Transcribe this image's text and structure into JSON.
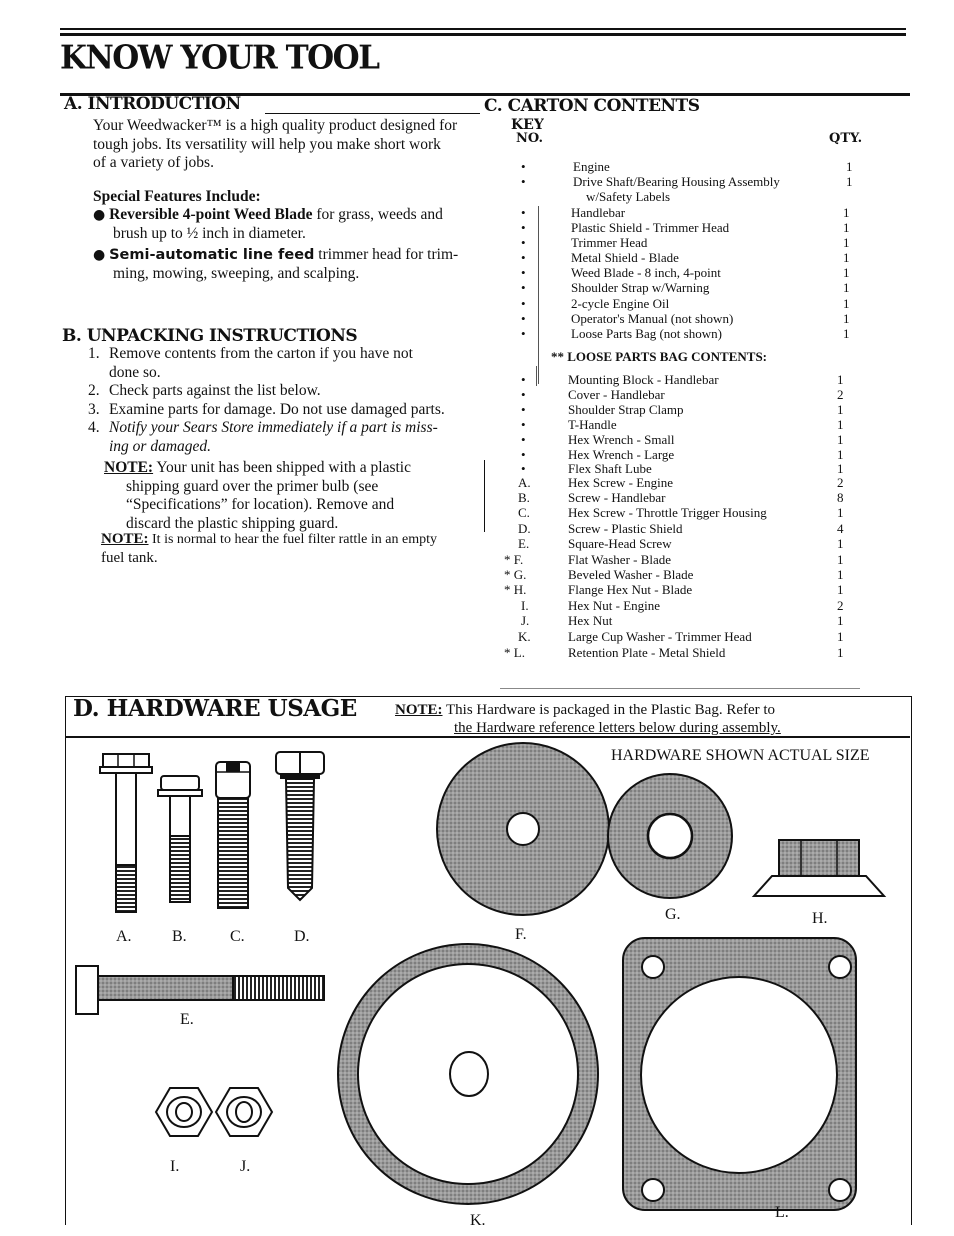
{
  "page": {
    "title": "KNOW YOUR TOOL"
  },
  "intro": {
    "heading": "A. INTRODUCTION",
    "lines": [
      "Your Weedwacker™ is a high quality product designed for",
      "tough jobs. Its versatility will help you make short work",
      "of a variety of jobs."
    ],
    "features_heading": "Special Features Include:",
    "features": [
      {
        "bold": "Reversible 4-point Weed Blade",
        "rest": " for grass, weeds and",
        "line2": "brush up to ½ inch in diameter."
      },
      {
        "bold": "Semi-automatic line feed",
        "rest": " trimmer head for trim-",
        "line2": "ming, mowing, sweeping, and scalping."
      }
    ]
  },
  "unpacking": {
    "heading": "B. UNPACKING INSTRUCTIONS",
    "steps": [
      {
        "num": "1.",
        "lines": [
          "Remove contents from the carton if you have not",
          "done so."
        ]
      },
      {
        "num": "2.",
        "lines": [
          "Check parts against the list below."
        ]
      },
      {
        "num": "3.",
        "lines": [
          "Examine parts for damage. Do not use damaged parts."
        ]
      },
      {
        "num": "4.",
        "lines": [
          "Notify your Sears Store immediately if a part is miss-",
          "ing or damaged."
        ]
      }
    ],
    "note1_label": "NOTE:",
    "note1_lines": [
      " Your unit has been shipped with a plastic",
      "shipping guard over the primer bulb (see",
      "“Specifications” for location).  Remove and",
      "discard the plastic shipping guard."
    ],
    "note2_label": "NOTE:",
    "note2_lines": [
      " It is normal to hear the fuel filter rattle in an empty",
      "fuel tank."
    ]
  },
  "carton": {
    "heading": "C. CARTON CONTENTS",
    "key_label": "KEY",
    "no_label": "NO.",
    "qty_label": "QTY.",
    "items": [
      {
        "key": "•",
        "name": "Engine",
        "qty": "1"
      },
      {
        "key": "•",
        "name": "Drive Shaft/Bearing Housing Assembly",
        "qty": "1"
      },
      {
        "key": "",
        "name": "w/Safety Labels",
        "qty": "",
        "indent": true
      },
      {
        "key": "•",
        "name": "Handlebar",
        "qty": "1"
      },
      {
        "key": "•",
        "name": "Plastic Shield - Trimmer Head",
        "qty": "1"
      },
      {
        "key": "•",
        "name": "Trimmer Head",
        "qty": "1"
      },
      {
        "key": "•",
        "name": "Metal Shield - Blade",
        "qty": "1"
      },
      {
        "key": "•",
        "name": "Weed Blade - 8 inch, 4-point",
        "qty": "1"
      },
      {
        "key": "•",
        "name": "Shoulder Strap w/Warning",
        "qty": "1"
      },
      {
        "key": "•",
        "name": "2-cycle Engine Oil",
        "qty": "1"
      },
      {
        "key": "•",
        "name": "Operator's Manual (not shown)",
        "qty": "1"
      },
      {
        "key": "•",
        "name": "Loose Parts Bag (not shown)",
        "qty": "1"
      }
    ],
    "loose_heading": "** LOOSE PARTS BAG CONTENTS:",
    "loose_items": [
      {
        "key": "•",
        "name": "Mounting Block - Handlebar",
        "qty": "1"
      },
      {
        "key": "•",
        "name": "Cover - Handlebar",
        "qty": "2"
      },
      {
        "key": "•",
        "name": "Shoulder Strap Clamp",
        "qty": "1"
      },
      {
        "key": "•",
        "name": "T-Handle",
        "qty": "1"
      },
      {
        "key": "•",
        "name": "Hex Wrench - Small",
        "qty": "1"
      },
      {
        "key": "•",
        "name": "Hex Wrench - Large",
        "qty": "1"
      },
      {
        "key": "•",
        "name": "Flex Shaft Lube",
        "qty": "1"
      },
      {
        "key": "A.",
        "name": "Hex Screw - Engine",
        "qty": "2"
      },
      {
        "key": "B.",
        "name": "Screw - Handlebar",
        "qty": "8"
      },
      {
        "key": "C.",
        "name": "Hex Screw - Throttle Trigger Housing",
        "qty": "1"
      },
      {
        "key": "D.",
        "name": "Screw - Plastic Shield",
        "qty": "4"
      },
      {
        "key": "E.",
        "name": "Square-Head Screw",
        "qty": "1"
      },
      {
        "key": "* F.",
        "name": "Flat Washer - Blade",
        "qty": "1"
      },
      {
        "key": "* G.",
        "name": "Beveled Washer - Blade",
        "qty": "1"
      },
      {
        "key": "* H.",
        "name": "Flange Hex Nut - Blade",
        "qty": "1"
      },
      {
        "key": "I.",
        "name": "Hex Nut - Engine",
        "qty": "2"
      },
      {
        "key": "J.",
        "name": "Hex Nut",
        "qty": "1"
      },
      {
        "key": "K.",
        "name": "Large Cup Washer - Trimmer Head",
        "qty": "1"
      },
      {
        "key": "* L.",
        "name": "Retention Plate - Metal Shield",
        "qty": "1"
      }
    ]
  },
  "hardware": {
    "heading": "D. HARDWARE USAGE",
    "note_label": "NOTE:",
    "note_line1": " This Hardware is packaged in the Plastic Bag.  Refer to",
    "note_line2": "the Hardware reference letters below during assembly.",
    "actual_size": "HARDWARE SHOWN ACTUAL SIZE",
    "labels": {
      "a": "A.",
      "b": "B.",
      "c": "C.",
      "d": "D.",
      "e": "E.",
      "f": "F.",
      "g": "G.",
      "h": "H.",
      "i": "I.",
      "j": "J.",
      "k": "K.",
      "l": "L."
    }
  }
}
